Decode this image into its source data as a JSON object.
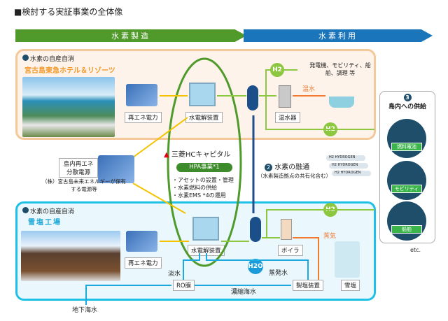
{
  "title": "■検討する実証事業の全体像",
  "banners": {
    "production": "水素製造",
    "utilization": "水素利用"
  },
  "hotel": {
    "heading": "水素の自産自消",
    "name": "宮古島東急ホテル＆リゾーツ",
    "renewable": "再エネ電力",
    "electrolyzer": "水電解装置",
    "water_heater": "温水器",
    "hot_water": "温水",
    "uses": "発電機、モビリティ、船舶、調理 等",
    "h2": "H2"
  },
  "distributed": {
    "label": "島内再エネ分散電源",
    "note": "（株）宮古島未来エネルギーが保有する電源等"
  },
  "center": {
    "company": "三菱HCキャピタル",
    "hpa": "HPA事業*1",
    "bullets": [
      "・アセットの設置・管理",
      "・水素燃料の供給",
      "・水素EMS *4の運用"
    ]
  },
  "exchange": {
    "number": "2",
    "title": "水素の融通",
    "note": "（水素製造拠点の共有化含む）",
    "cylinder": "H2 HYDROGEN"
  },
  "supply": {
    "number": "3",
    "title": "島内への供給",
    "items": [
      "燃料電池",
      "モビリティ",
      "船舶"
    ],
    "etc": "etc."
  },
  "salt": {
    "heading": "水素の自産自消",
    "name": "雪塩工場",
    "renewable": "再エネ電力",
    "electrolyzer": "水電解装置",
    "boiler": "ボイラ",
    "steam": "蒸気",
    "fresh_water": "淡水",
    "h2o": "H2O",
    "evaporated": "蒸発水",
    "ro": "RO膜",
    "brine": "濃縮海水",
    "salt_maker": "製塩装置",
    "product": "雪塩",
    "groundwater": "地下海水",
    "h2": "H2"
  },
  "colors": {
    "green": "#4f9a2a",
    "blue": "#1b75bb",
    "orange_box": "#f5c89a",
    "cyan_box": "#1ec0e8"
  }
}
